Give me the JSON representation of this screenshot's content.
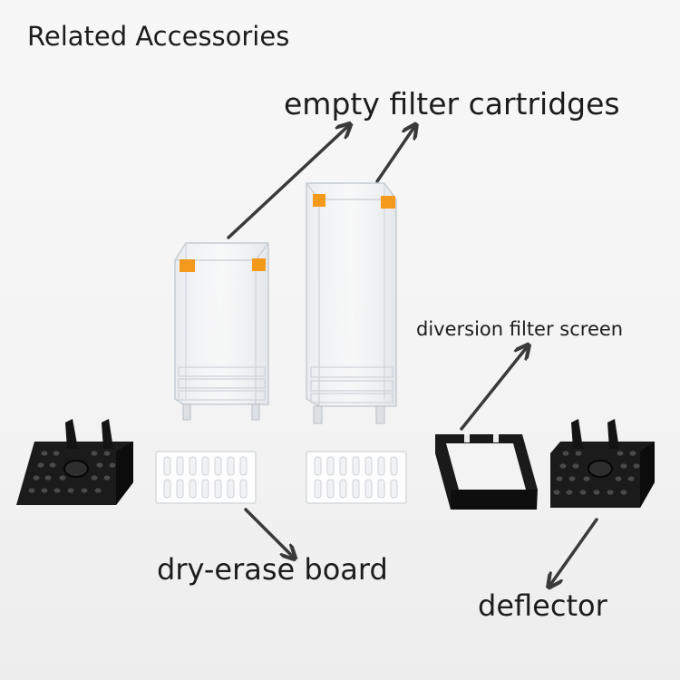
{
  "title": "Related Accessories",
  "labels": {
    "cartridges": "empty filter cartridges",
    "diversion": "diversion filter screen",
    "board": "dry-erase board",
    "deflector": "deflector"
  },
  "colors": {
    "background": "#f5f5f5",
    "text": "#1c1c1c",
    "arrow": "#3a3a3a",
    "orange_clip": "#f39a1c",
    "black_part": "#1a1a1a"
  }
}
